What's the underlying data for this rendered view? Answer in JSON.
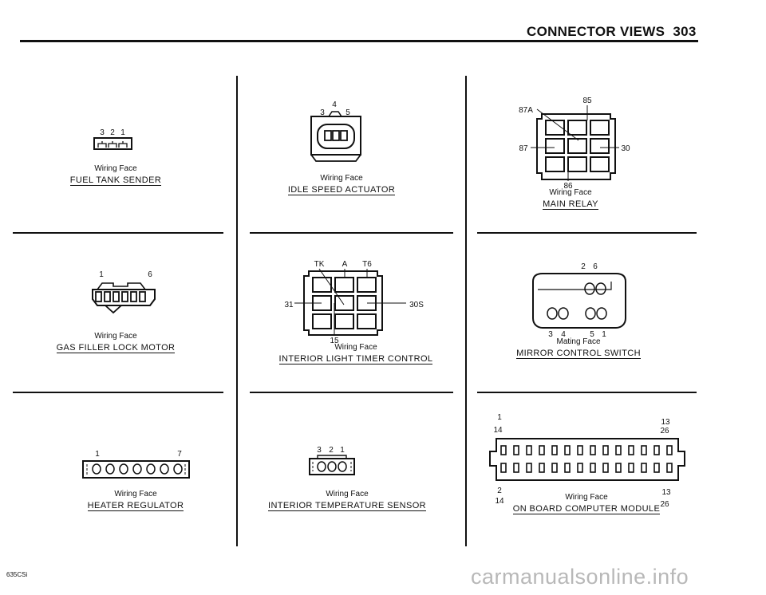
{
  "header": {
    "title": "CONNECTOR VIEWS",
    "page_number": "303"
  },
  "footer": {
    "model_code": "635CSi"
  },
  "watermark": "carmanualsonline.info",
  "connectors": {
    "fuel_tank_sender": {
      "pins": [
        "3",
        "2",
        "1"
      ],
      "face": "Wiring Face",
      "title": "FUEL TANK SENDER"
    },
    "idle_speed_actuator": {
      "pins": [
        "3",
        "4",
        "5"
      ],
      "face": "Wiring Face",
      "title": "IDLE SPEED ACTUATOR"
    },
    "main_relay": {
      "pins": [
        "87A",
        "85",
        "87",
        "30",
        "86"
      ],
      "face": "Wiring Face",
      "title": "MAIN RELAY"
    },
    "gas_filler_lock_motor": {
      "pins": [
        "1",
        "6"
      ],
      "face": "Wiring Face",
      "title": "GAS FILLER LOCK MOTOR"
    },
    "interior_light_timer_control": {
      "pins": [
        "TK",
        "A",
        "T6",
        "31",
        "30S",
        "15"
      ],
      "face": "Wiring Face",
      "title": "INTERIOR LIGHT TIMER CONTROL"
    },
    "mirror_control_switch": {
      "pins": [
        "2",
        "6",
        "3",
        "4",
        "5",
        "1"
      ],
      "face": "Mating Face",
      "title": "MIRROR CONTROL SWITCH"
    },
    "heater_regulator": {
      "pins": [
        "1",
        "7"
      ],
      "face": "Wiring Face",
      "title": "HEATER REGULATOR"
    },
    "interior_temperature_sensor": {
      "pins": [
        "3",
        "2",
        "1"
      ],
      "face": "Wiring Face",
      "title": "INTERIOR TEMPERATURE SENSOR"
    },
    "on_board_computer_module": {
      "pins": [
        "1",
        "14",
        "13",
        "26",
        "2",
        "14",
        "13",
        "26"
      ],
      "face": "Wiring Face",
      "title": "ON BOARD COMPUTER MODULE"
    }
  }
}
